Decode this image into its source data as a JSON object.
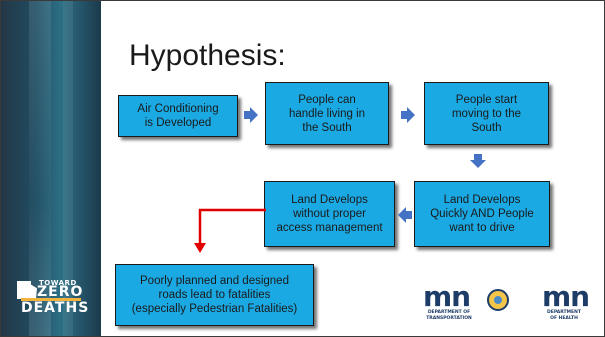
{
  "slide": {
    "title": "Hypothesis:",
    "boxes": [
      "Air Conditioning\nis Developed",
      "People can\nhandle living in\nthe South",
      "People start\nmoving to the\nSouth",
      "Land Develops\nQuickly AND People\nwant to drive",
      "Land Develops\nwithout proper\naccess management",
      "Poorly planned and designed\nroads lead to fatalities\n(especially Pedestrian Fatalities)"
    ]
  },
  "branding": {
    "tzd_line1": "TOWARD",
    "tzd_line2": "ZERO",
    "tzd_line3": "DEATHS",
    "dot_mark": "mn",
    "dot_caption": "DEPARTMENT OF\nTRANSPORTATION",
    "health_mark": "mn",
    "health_caption": "DEPARTMENT\nOF HEALTH"
  },
  "colors": {
    "box_fill": "#1ba9e4",
    "arrow_blue": "#4472c4",
    "arrow_red": "#e00000",
    "sidebar": "#1f4e63"
  }
}
